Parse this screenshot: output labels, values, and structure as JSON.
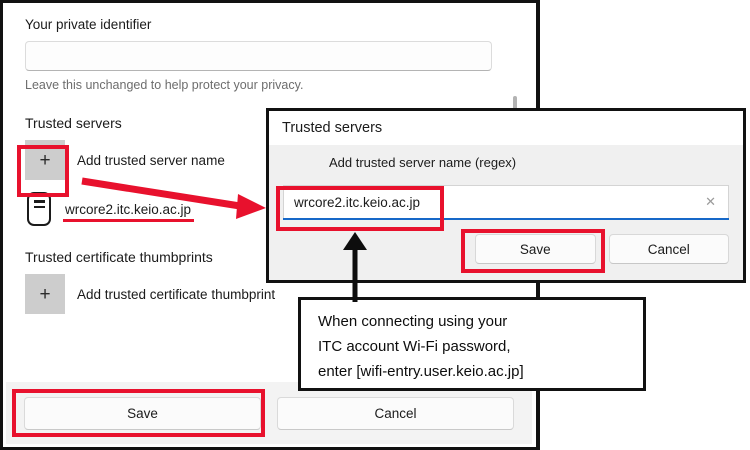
{
  "main_panel": {
    "private_identifier": {
      "label": "Your private identifier",
      "value": "",
      "placeholder": "",
      "hint": "Leave this unchanged to help protect your privacy."
    },
    "trusted_servers": {
      "heading": "Trusted servers",
      "add_label": "Add trusted server name",
      "add_icon": "plus-icon",
      "entries": [
        {
          "icon": "server-certificate-icon",
          "name": "wrcore2.itc.keio.ac.jp"
        }
      ]
    },
    "trusted_thumbprints": {
      "heading": "Trusted certificate thumbprints",
      "add_label": "Add trusted certificate thumbprint",
      "add_icon": "plus-icon"
    },
    "footer": {
      "save_label": "Save",
      "cancel_label": "Cancel"
    }
  },
  "dialog": {
    "title": "Trusted servers",
    "subtitle": "Add trusted server name (regex)",
    "input": {
      "value": "wrcore2.itc.keio.ac.jp",
      "placeholder": "",
      "clear_icon": "close-x-icon"
    },
    "save_label": "Save",
    "cancel_label": "Cancel"
  },
  "callout": {
    "line1": "When connecting using your",
    "line2": "ITC account Wi-Fi password,",
    "line3": "enter [wifi-entry.user.keio.ac.jp]"
  },
  "annotations": {
    "highlight_color": "#e8112d",
    "focus_underline_color": "#1668c8",
    "red_arrow": "points from add-trusted-server-plus-button to dialog input",
    "black_arrow": "points from callout up to dialog input"
  }
}
